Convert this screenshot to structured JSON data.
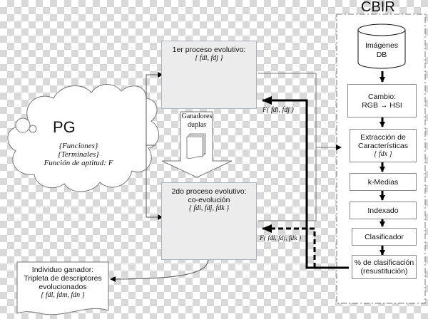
{
  "cbir": {
    "title": "CBIR",
    "db_label_1": "Imágenes",
    "db_label_2": "DB",
    "steps": [
      {
        "line1": "Cambio:",
        "line2": "RGB → HSI"
      },
      {
        "line1": "Extracción de",
        "line2": "Características",
        "math": "{ fdx }"
      },
      {
        "line1": "k-Medias"
      },
      {
        "line1": "Indexado"
      },
      {
        "line1": "Clasificador"
      },
      {
        "line1": "% de clasificación",
        "line2": "(resustitución)"
      }
    ]
  },
  "pg": {
    "title": "PG",
    "line1": "{Funciones}",
    "line2": "{Terminales}",
    "line3": "Función de aptitud: F"
  },
  "process1": {
    "title": "1er proceso evolutivo:",
    "math": "{ fdi, fdj }",
    "feedback_label": "F( fdi, fdj )"
  },
  "winners": {
    "line1": "Ganadores",
    "line2": "duplas"
  },
  "process2": {
    "title": "2do proceso evolutivo:",
    "subtitle": "co-evolución",
    "math": "{ fdi, fdj, fdk }",
    "feedback_label": "F( fdi, fdj, fdk )"
  },
  "winner": {
    "line1": "Individuo ganador:",
    "line2": "Tripleta de descriptores",
    "line3": "evolucionados",
    "math": "{ fdl, fdm, fdn }"
  }
}
